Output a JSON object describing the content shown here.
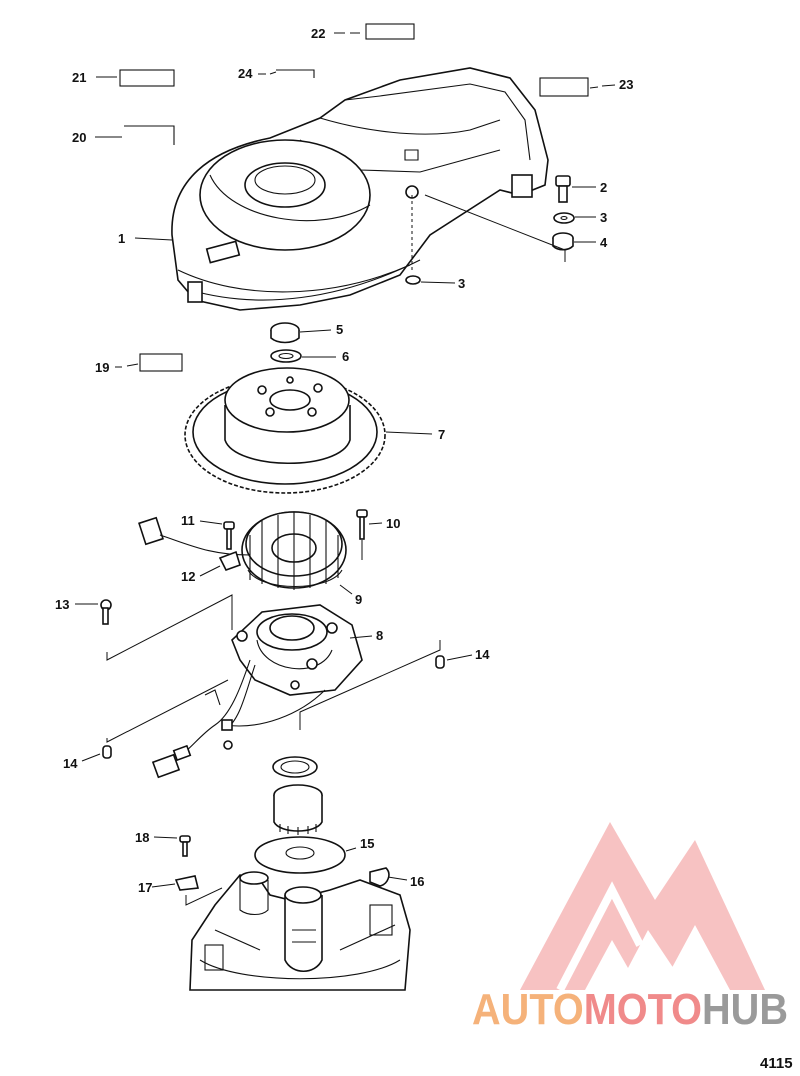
{
  "callouts": [
    {
      "id": "22",
      "text": "22"
    },
    {
      "id": "21",
      "text": "21"
    },
    {
      "id": "24",
      "text": "24"
    },
    {
      "id": "23",
      "text": "23"
    },
    {
      "id": "20",
      "text": "20"
    },
    {
      "id": "2",
      "text": "2"
    },
    {
      "id": "3a",
      "text": "3"
    },
    {
      "id": "1",
      "text": "1"
    },
    {
      "id": "4",
      "text": "4"
    },
    {
      "id": "3b",
      "text": "3"
    },
    {
      "id": "5",
      "text": "5"
    },
    {
      "id": "6",
      "text": "6"
    },
    {
      "id": "19",
      "text": "19"
    },
    {
      "id": "7",
      "text": "7"
    },
    {
      "id": "11",
      "text": "11"
    },
    {
      "id": "10",
      "text": "10"
    },
    {
      "id": "12",
      "text": "12"
    },
    {
      "id": "9",
      "text": "9"
    },
    {
      "id": "13",
      "text": "13"
    },
    {
      "id": "8",
      "text": "8"
    },
    {
      "id": "14a",
      "text": "14"
    },
    {
      "id": "14b",
      "text": "14"
    },
    {
      "id": "18",
      "text": "18"
    },
    {
      "id": "15",
      "text": "15"
    },
    {
      "id": "17",
      "text": "17"
    },
    {
      "id": "16",
      "text": "16"
    }
  ],
  "figure_number": "4115",
  "watermark": {
    "text_part1": "AUTO",
    "text_part2": "MOTO",
    "text_part3": "HUB",
    "color1": "#f5b27a",
    "color2": "#f08a8a",
    "color3": "#9a9a9a",
    "logo_color": "#f3a0a0"
  }
}
